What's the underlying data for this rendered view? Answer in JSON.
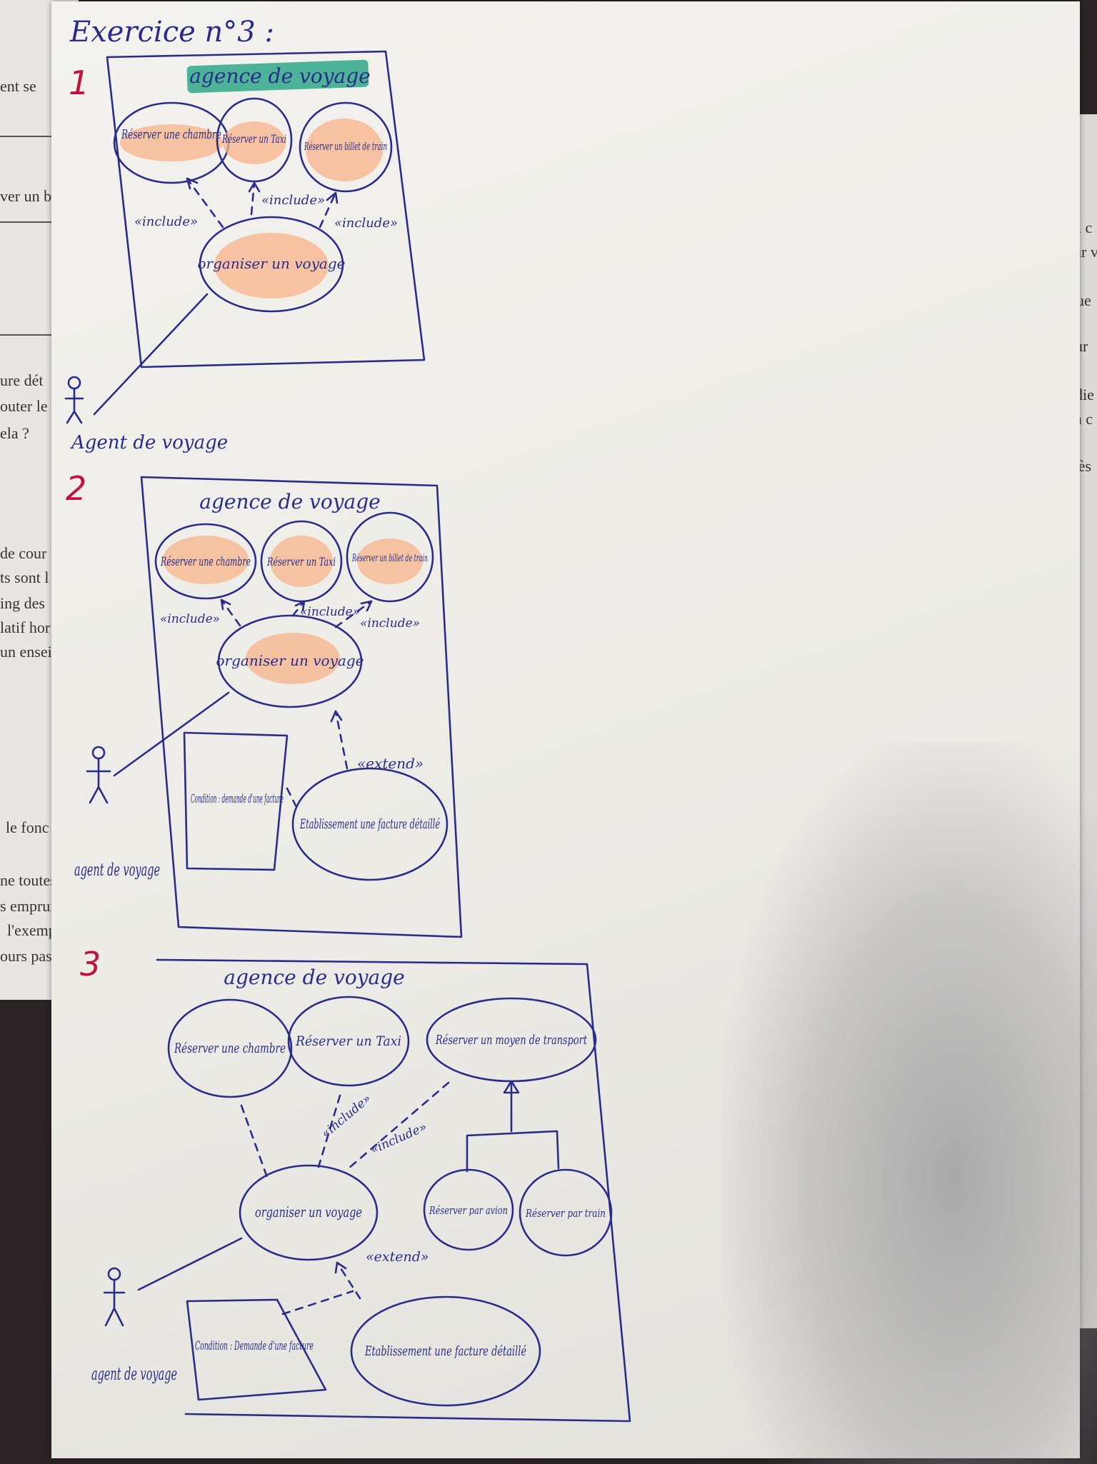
{
  "colors": {
    "ink": "#2b2c8a",
    "highlight": "#f7b389",
    "title_highlight": "#2fa88a",
    "number_mark": "#c0123d"
  },
  "background_text": {
    "left": [
      "ent se",
      "ver un b",
      "ure dét",
      "outer le",
      "ela ?",
      "de cour",
      "ts sont l",
      "ing des",
      "latif hor",
      "un ensei",
      "le fonc",
      "ne toutes",
      "s emprun",
      "l'exemp",
      "ours pas"
    ],
    "right": [
      "iel c",
      "our v",
      "que",
      "our",
      "ndie",
      "en c",
      "cès"
    ]
  },
  "heading": "Exercice n°3 :",
  "diagrams": [
    {
      "number": "1",
      "system": "agence de voyage",
      "cases": [
        "Réserver une chambre",
        "Réserver un Taxi",
        "Réserver un billet de train",
        "organiser un voyage"
      ],
      "relations": [
        "«include»",
        "«include»",
        "«include»"
      ],
      "actor": "Agent de voyage"
    },
    {
      "number": "2",
      "system": "agence de voyage",
      "cases": [
        "Réserver une chambre",
        "Réserver un Taxi",
        "Réserver un billet de train",
        "organiser un voyage",
        "Etablissement une facture détaillé"
      ],
      "relations": [
        "«include»",
        "«include»",
        "«include»",
        "«extend»"
      ],
      "condition": "Condition : demande d'une facture",
      "actor": "agent de voyage"
    },
    {
      "number": "3",
      "system": "agence de voyage",
      "cases": [
        "Réserver une chambre",
        "Réserver un Taxi",
        "Réserver un moyen de transport",
        "Réserver par avion",
        "Réserver par train",
        "organiser un voyage",
        "Etablissement une facture détaillé"
      ],
      "relations": [
        "«include»",
        "«include»",
        "«extend»"
      ],
      "condition": "Condition : Demande d'une facture",
      "actor": "agent de voyage"
    }
  ]
}
